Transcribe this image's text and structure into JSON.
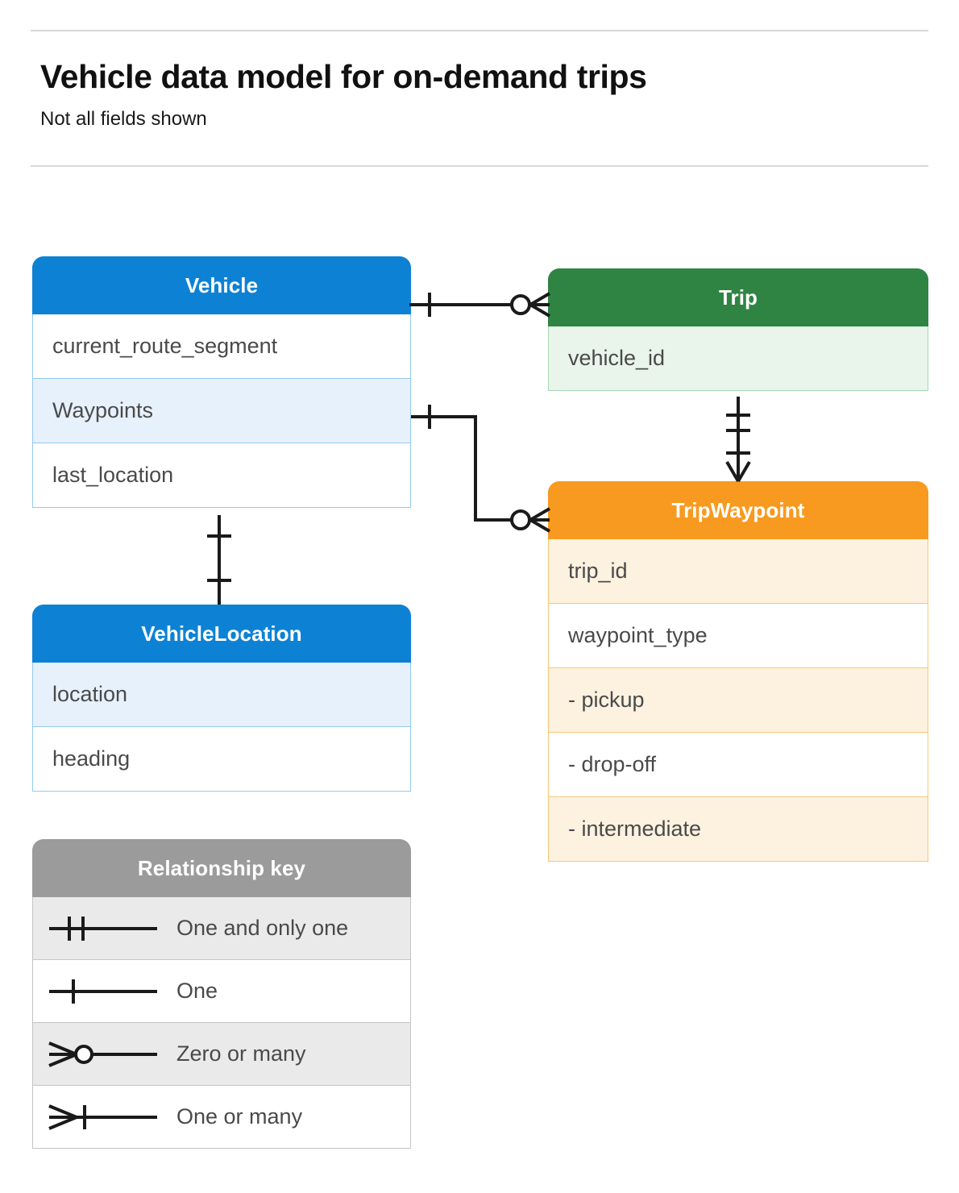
{
  "header": {
    "title": "Vehicle data model for on-demand trips",
    "subtitle": "Not all fields shown"
  },
  "colors": {
    "vehicle": "#0d82d4",
    "trip": "#2f8444",
    "tripwaypoint": "#f89a20",
    "legend": "#9b9b9b",
    "connector": "#1a1a1a",
    "rule": "#d8d8d8",
    "field_text": "#4a4a4a"
  },
  "entities": [
    {
      "id": "vehicle",
      "name": "Vehicle",
      "theme": "blue",
      "fields": [
        {
          "label": "current_route_segment",
          "tint": false
        },
        {
          "label": "Waypoints",
          "tint": true
        },
        {
          "label": "last_location",
          "tint": false
        }
      ]
    },
    {
      "id": "trip",
      "name": "Trip",
      "theme": "green",
      "fields": [
        {
          "label": "vehicle_id",
          "tint": true
        }
      ]
    },
    {
      "id": "tripwaypoint",
      "name": "TripWaypoint",
      "theme": "orange",
      "fields": [
        {
          "label": "trip_id",
          "tint": true
        },
        {
          "label": "waypoint_type",
          "tint": false
        },
        {
          "label": "   -  pickup",
          "tint": true
        },
        {
          "label": "   -  drop-off",
          "tint": false
        },
        {
          "label": "   -  intermediate",
          "tint": true
        }
      ]
    },
    {
      "id": "vehiclelocation",
      "name": "VehicleLocation",
      "theme": "blue",
      "fields": [
        {
          "label": "location",
          "tint": true
        },
        {
          "label": "heading",
          "tint": false
        }
      ]
    }
  ],
  "legend": {
    "title": "Relationship key",
    "items": [
      {
        "symbol": "one-and-only-one",
        "label": "One and only one",
        "tint": true
      },
      {
        "symbol": "one",
        "label": "One",
        "tint": false
      },
      {
        "symbol": "zero-or-many",
        "label": "Zero or many",
        "tint": true
      },
      {
        "symbol": "one-or-many",
        "label": "One or many",
        "tint": false
      }
    ]
  },
  "relationships": [
    {
      "id": "vehicle-to-trip",
      "from": "Vehicle",
      "to": "Trip",
      "from_cardinality": "One",
      "to_cardinality": "Zero or many"
    },
    {
      "id": "vehicle-waypoints-to-tripwaypoint",
      "from": "Vehicle.Waypoints",
      "to": "TripWaypoint",
      "from_cardinality": "One",
      "to_cardinality": "Zero or many"
    },
    {
      "id": "trip-to-tripwaypoint",
      "from": "Trip",
      "to": "TripWaypoint",
      "from_cardinality": "One and only one",
      "to_cardinality": "One or many"
    },
    {
      "id": "vehicle-to-vehiclelocation",
      "from": "Vehicle",
      "to": "VehicleLocation",
      "from_cardinality": "One",
      "to_cardinality": "One"
    }
  ]
}
